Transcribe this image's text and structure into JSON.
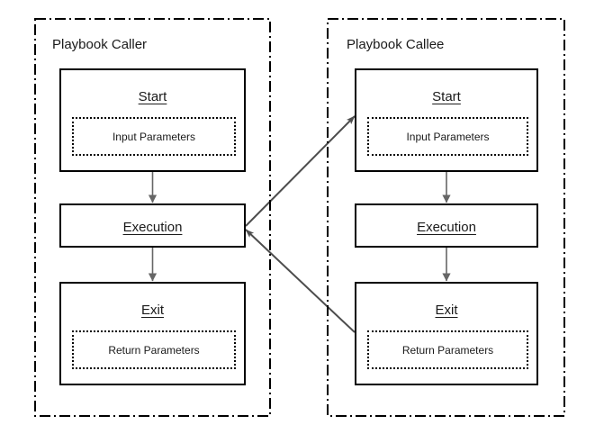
{
  "diagram": {
    "type": "flowchart",
    "background_color": "#ffffff",
    "line_color": "#000000",
    "arrow_color": "#4d4d4d",
    "text_color": "#1a1a1a"
  },
  "lanes": [
    {
      "id": "caller",
      "title": "Playbook Caller",
      "nodes": [
        {
          "id": "caller-start",
          "title": "Start",
          "param_label": "Input Parameters",
          "has_param_box": true
        },
        {
          "id": "caller-execution",
          "title": "Execution",
          "param_label": "",
          "has_param_box": false
        },
        {
          "id": "caller-exit",
          "title": "Exit",
          "param_label": "Return Parameters",
          "has_param_box": true
        }
      ]
    },
    {
      "id": "callee",
      "title": "Playbook Callee",
      "nodes": [
        {
          "id": "callee-start",
          "title": "Start",
          "param_label": "Input Parameters",
          "has_param_box": true
        },
        {
          "id": "callee-execution",
          "title": "Execution",
          "param_label": "",
          "has_param_box": false
        },
        {
          "id": "callee-exit",
          "title": "Exit",
          "param_label": "Return Parameters",
          "has_param_box": true
        }
      ]
    }
  ],
  "connectors": [
    {
      "id": "caller-start-to-execution",
      "from": "caller-start",
      "to": "caller-execution",
      "style": "vertical"
    },
    {
      "id": "caller-execution-to-exit",
      "from": "caller-execution",
      "to": "caller-exit",
      "style": "vertical"
    },
    {
      "id": "callee-start-to-execution",
      "from": "callee-start",
      "to": "callee-execution",
      "style": "vertical"
    },
    {
      "id": "callee-execution-to-exit",
      "from": "callee-execution",
      "to": "callee-exit",
      "style": "vertical"
    },
    {
      "id": "call-invoke",
      "from": "caller-execution",
      "to": "callee-start",
      "style": "cross-lane"
    },
    {
      "id": "call-return",
      "from": "callee-exit",
      "to": "caller-execution",
      "style": "cross-lane"
    }
  ]
}
